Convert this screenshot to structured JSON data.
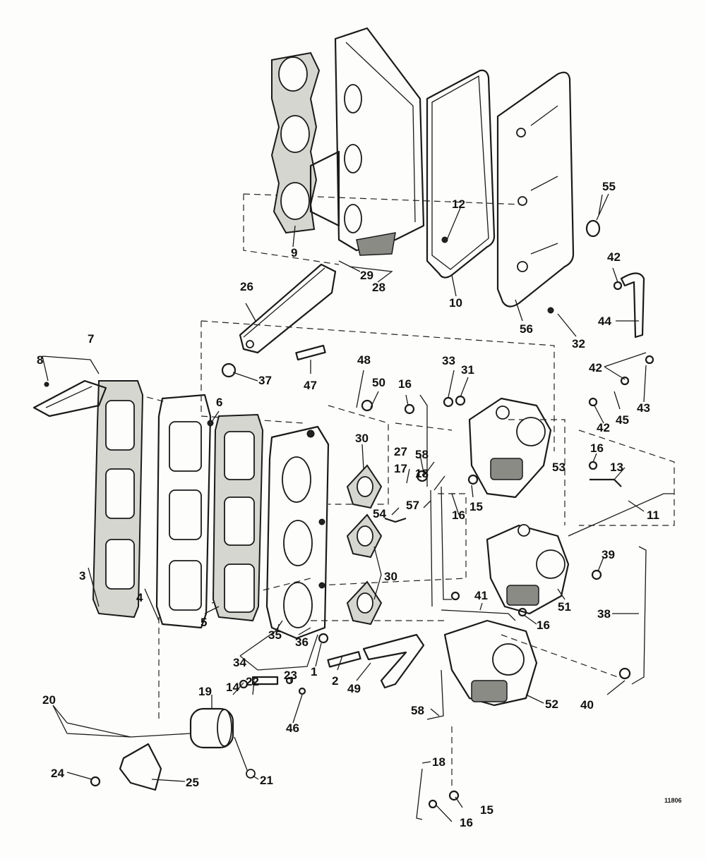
{
  "diagram": {
    "figure_code": "11806",
    "callouts": [
      "1",
      "2",
      "3",
      "4",
      "5",
      "6",
      "7",
      "8",
      "9",
      "10",
      "11",
      "12",
      "13",
      "14",
      "15",
      "16",
      "17",
      "18",
      "19",
      "20",
      "21",
      "22",
      "23",
      "24",
      "25",
      "26",
      "27",
      "28",
      "29",
      "30",
      "31",
      "32",
      "33",
      "34",
      "35",
      "36",
      "37",
      "38",
      "39",
      "40",
      "41",
      "42",
      "43",
      "44",
      "45",
      "46",
      "47",
      "48",
      "49",
      "50",
      "51",
      "52",
      "53",
      "54",
      "55",
      "56",
      "57",
      "58"
    ]
  }
}
